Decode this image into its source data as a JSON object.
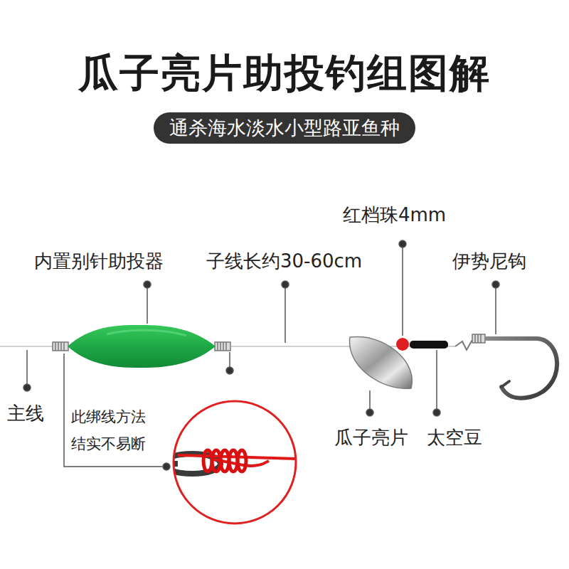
{
  "diagram": {
    "title": "瓜子亮片助投钓组图解",
    "nodes": [
      {
        "text": [
          "通杀海水淡水小型路亚鱼种"
        ]
      }
    ],
    "labels": [
      "内置别针助投器",
      "子线长约30-60cm",
      "红档珠4mm",
      "伊势尼钩",
      "主线",
      "瓜子亮片",
      "太空豆",
      "此绑线方法 结实不易断"
    ]
  }
}
